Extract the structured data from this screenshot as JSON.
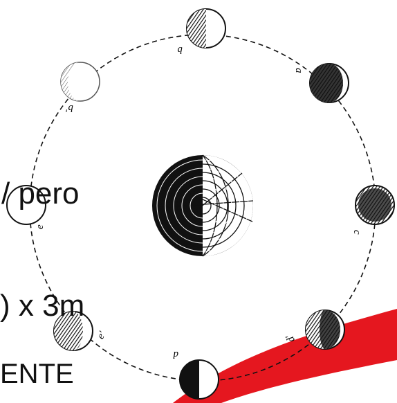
{
  "colors": {
    "ink": "#111111",
    "paper": "#ffffff",
    "red_band": "#e5171f"
  },
  "overlay_text": {
    "line1": "/ pero",
    "line2": ") x 3m",
    "line3": "ENTE"
  },
  "moon_labels": {
    "b": "b",
    "a": "a",
    "b_prime": "b'",
    "c": "c",
    "e": "e",
    "e_prime": "e'",
    "d": "d",
    "d_prime": "d'"
  }
}
